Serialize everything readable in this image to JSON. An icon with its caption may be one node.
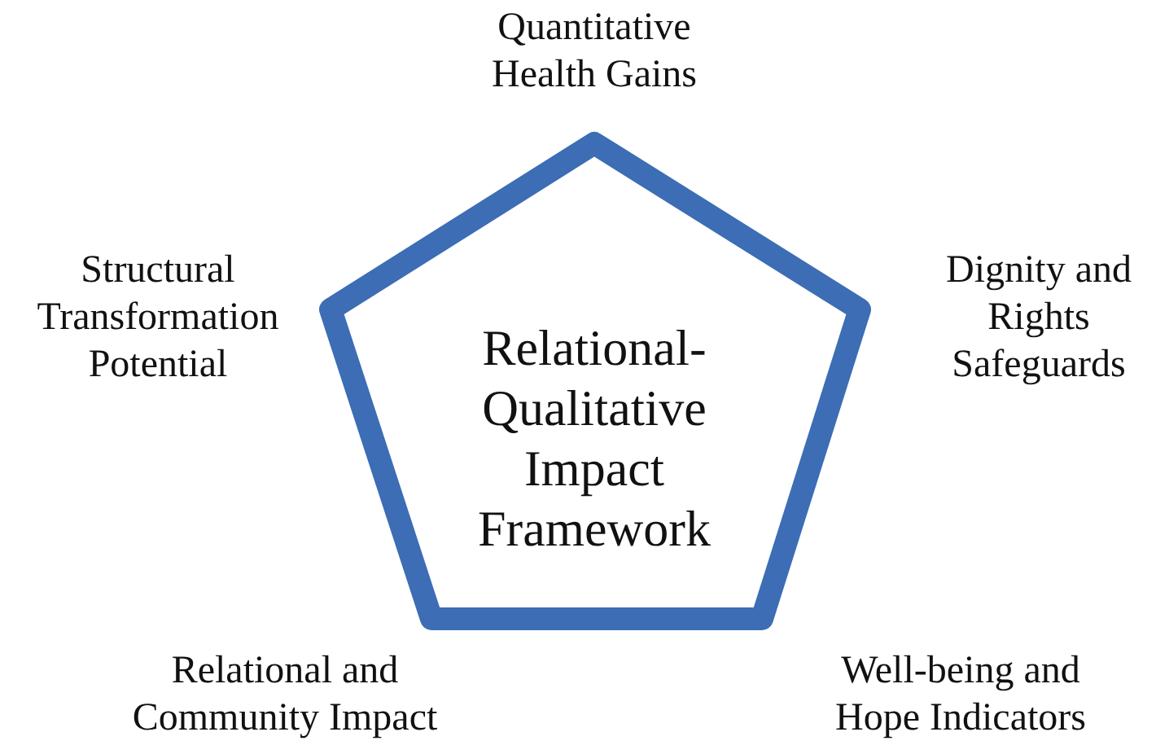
{
  "diagram": {
    "nodes": [
      {
        "text": [
          "Relational-Qualitative Impact Framework"
        ]
      }
    ],
    "labels": [
      "Quantitative Health Gains",
      "Structural Transformation Potential",
      "Dignity and Rights Safeguards",
      "Relational and Community Impact",
      "Well-being and Hope Indicators"
    ]
  }
}
